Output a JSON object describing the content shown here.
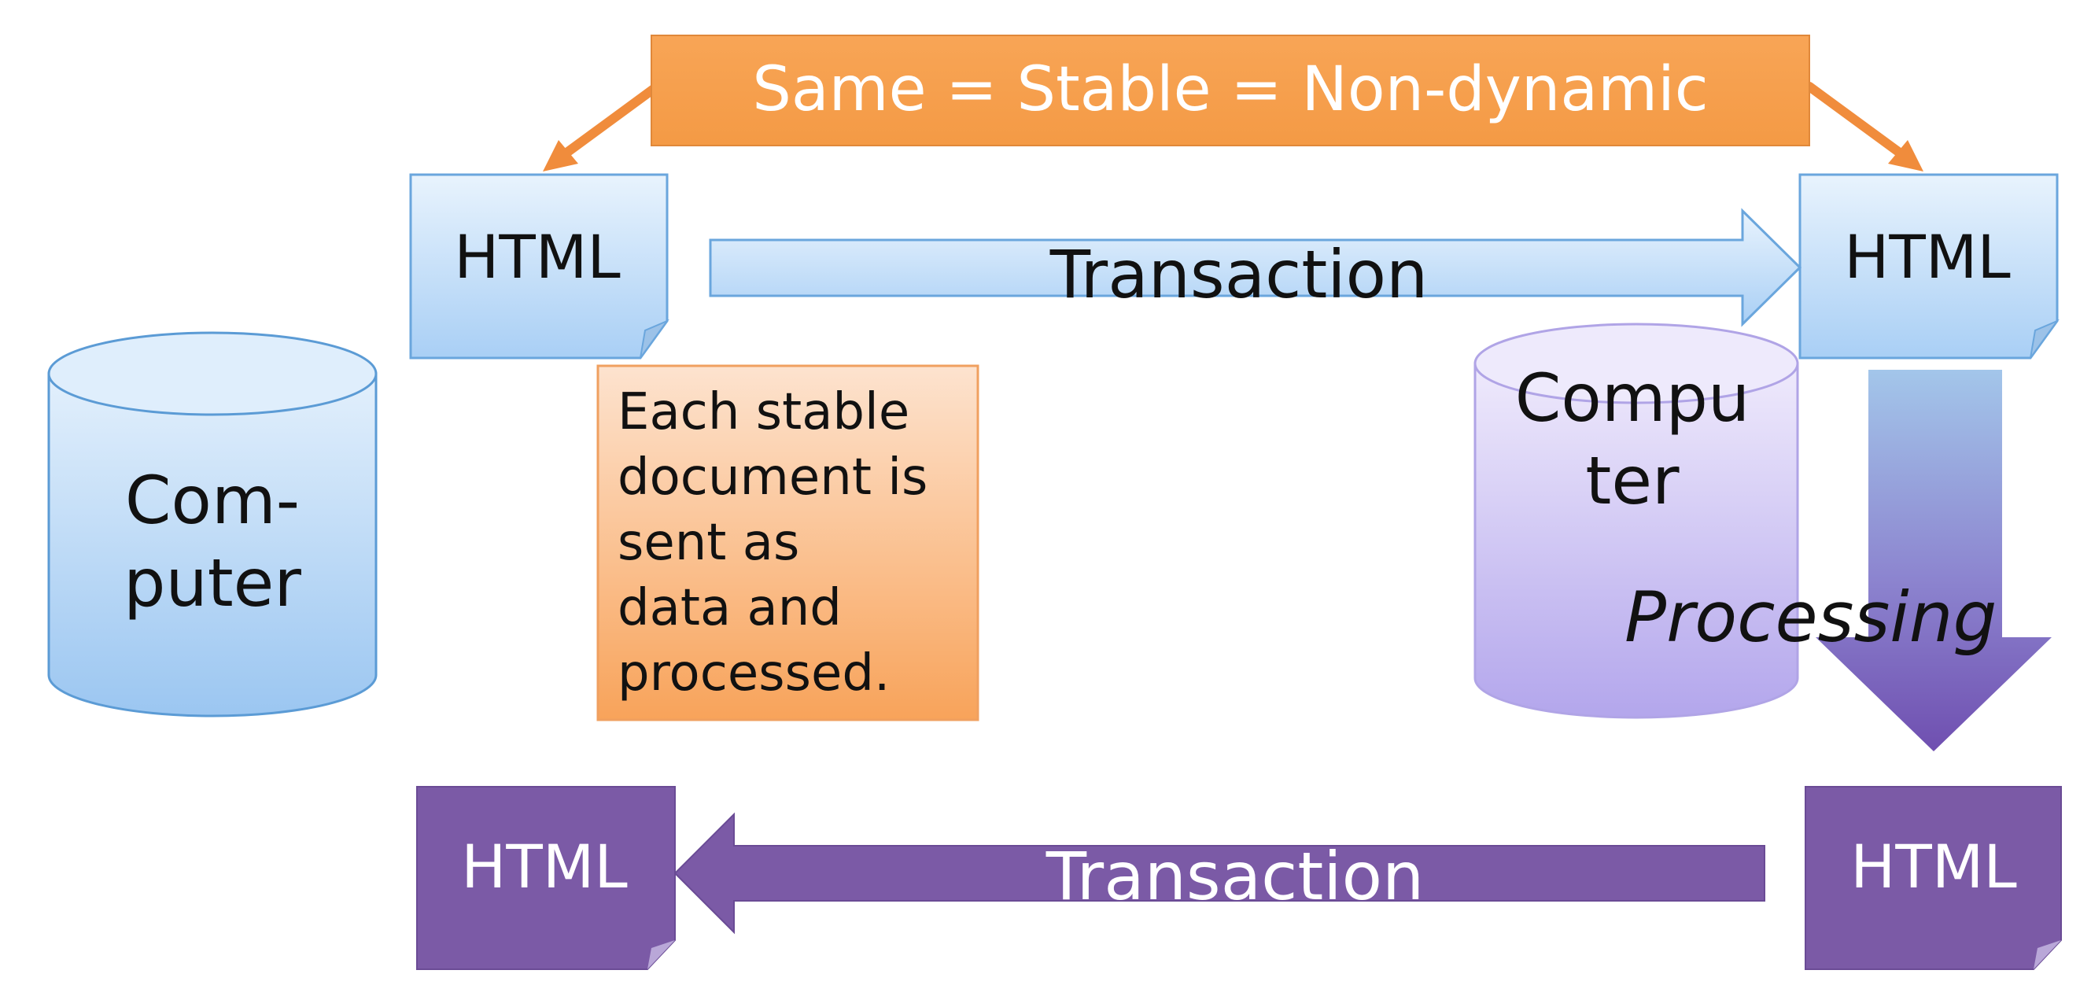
{
  "banner": {
    "text": "Same = Stable = Non-dynamic"
  },
  "top_left_doc": {
    "label": "HTML"
  },
  "top_right_doc": {
    "label": "HTML"
  },
  "bottom_left_doc": {
    "label": "HTML"
  },
  "bottom_right_doc": {
    "label": "HTML"
  },
  "top_arrow": {
    "label": "Transaction"
  },
  "bottom_arrow": {
    "label": "Transaction"
  },
  "left_computer": {
    "line1": "Com-",
    "line2": "puter"
  },
  "right_computer": {
    "line1": "Compu",
    "line2": "ter"
  },
  "note": {
    "lines": [
      "Each stable",
      "document is",
      "sent as",
      "data and",
      "processed."
    ]
  },
  "processing": {
    "label": "Processing"
  },
  "colors": {
    "orange": "#f7a04e",
    "orange_arrow": "#f08c3c",
    "blue_top": "#dcecfb",
    "blue_bottom": "#9cc7f2",
    "blue_stroke": "#5b9bd5",
    "purple": "#7b5aa6",
    "lavender_top": "#ece8fb",
    "lavender_bottom": "#b6a9ec"
  }
}
